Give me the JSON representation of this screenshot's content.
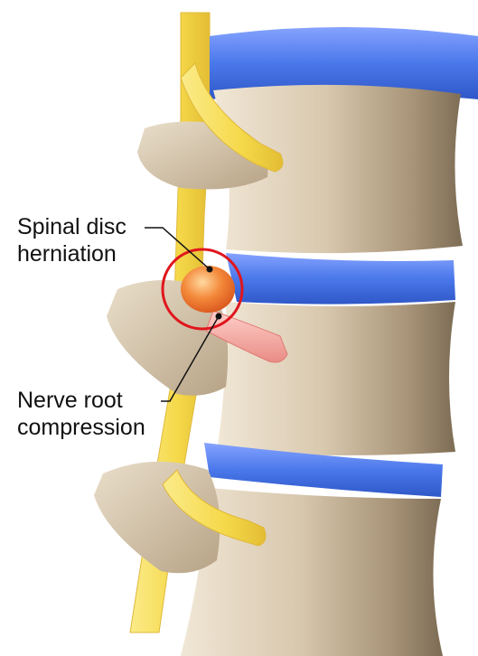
{
  "labels": {
    "herniation": {
      "line1": "Spinal disc",
      "line2": "herniation"
    },
    "compression": {
      "line1": "Nerve root",
      "line2": "compression"
    }
  },
  "colors": {
    "disc": "#3f6fe0",
    "disc_highlight": "#7d9dff",
    "bone": "#c9b79c",
    "bone_shadow": "#8a7a63",
    "nerve": "#f7df5a",
    "nerve_shadow": "#e0b83a",
    "herniation": "#ef7a2a",
    "compressed_nerve": "#f5a6a0",
    "circle": "#e0161d",
    "pointer": "#111111"
  }
}
